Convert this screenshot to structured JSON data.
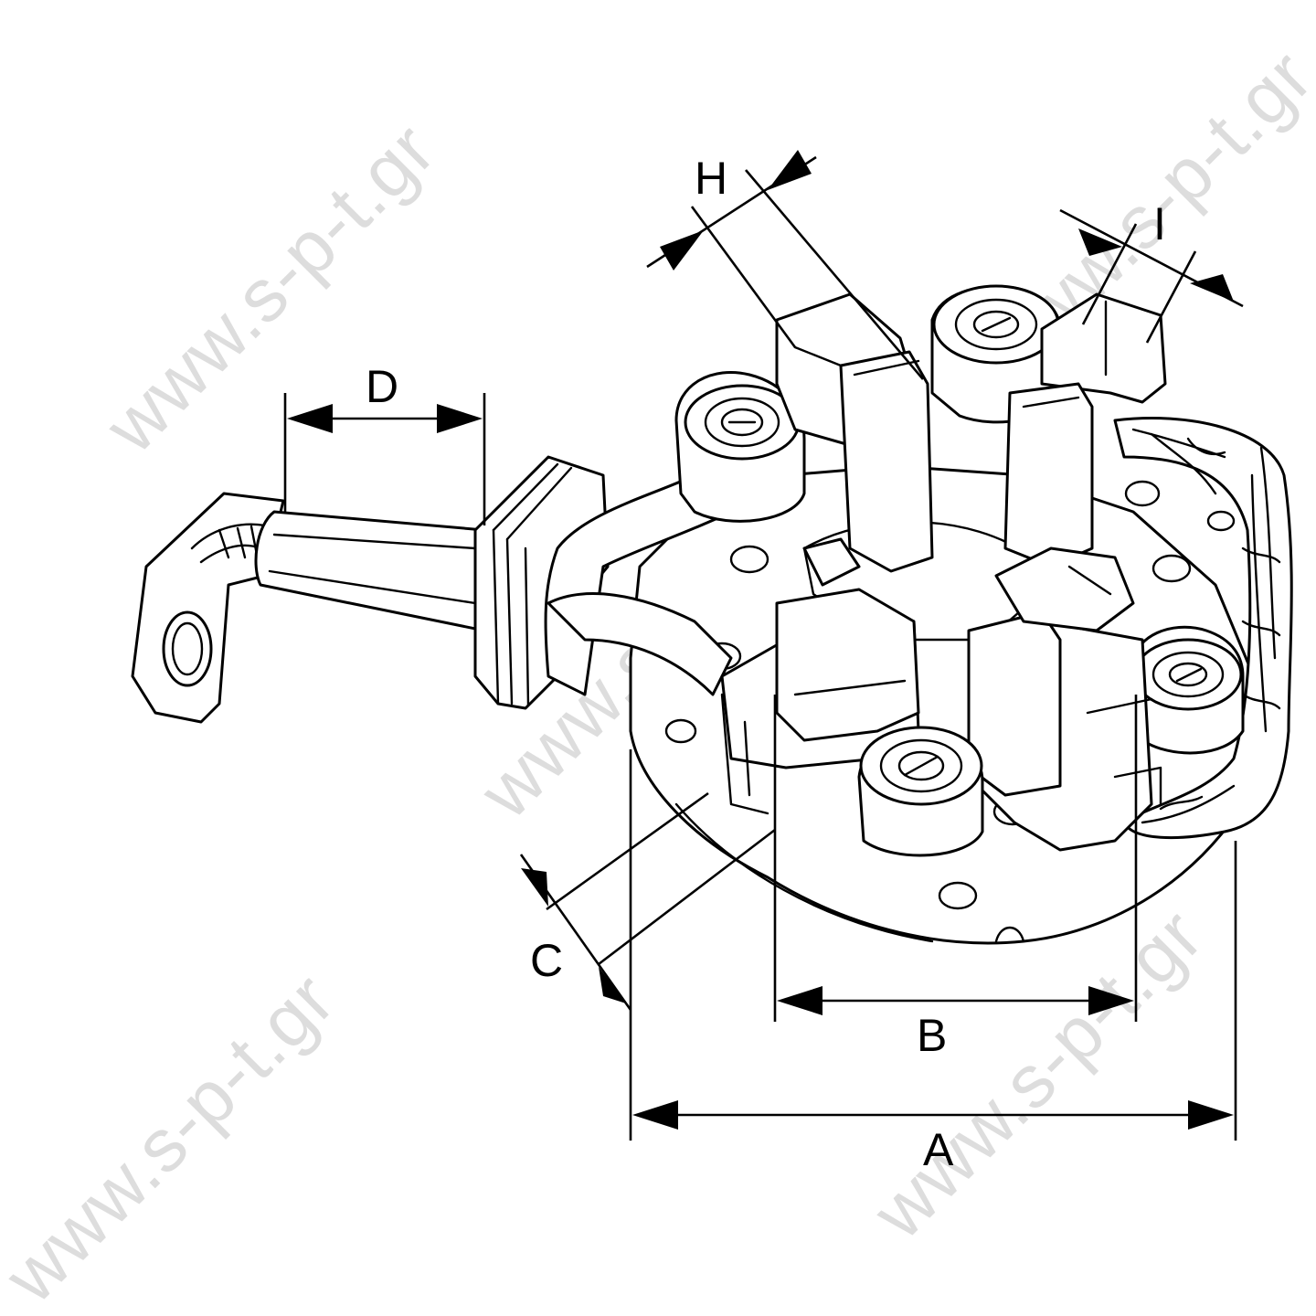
{
  "watermark": "www.s-p-t.gr",
  "dimension_labels": {
    "a": "A",
    "b": "B",
    "c": "C",
    "d": "D",
    "h": "H",
    "i": "I"
  },
  "colors": {
    "line": "#000000",
    "background": "#ffffff",
    "watermark": "#d8d8d8"
  }
}
